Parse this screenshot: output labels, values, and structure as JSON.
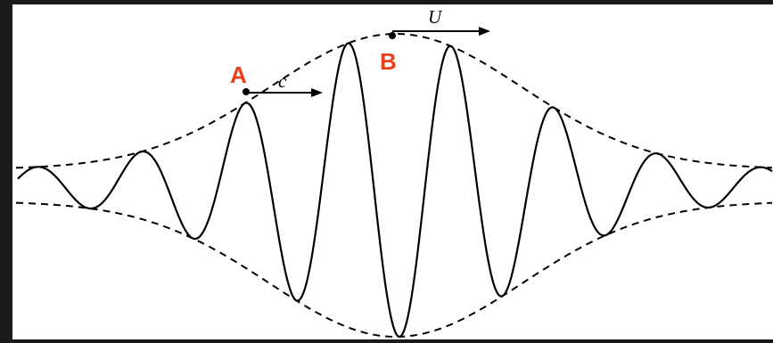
{
  "diagram": {
    "point_a": {
      "label": "A",
      "velocity_label": "c"
    },
    "point_b": {
      "label": "B",
      "velocity_label": "U"
    }
  },
  "colors": {
    "background": "#ffffff",
    "frame": "#1a1a1a",
    "ink": "#000000",
    "point_label": "#e8401c"
  }
}
